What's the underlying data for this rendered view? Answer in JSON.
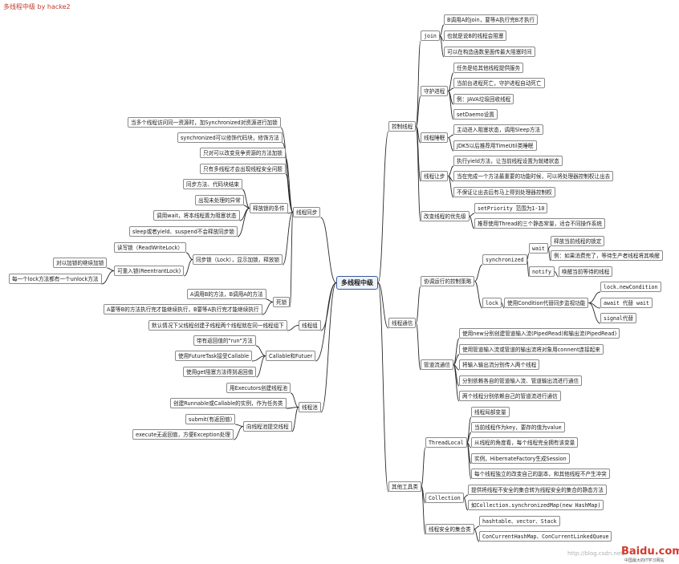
{
  "header": {
    "title": "多线程中级 by hacke2"
  },
  "central_topic": "多线程中级",
  "right": {
    "control": {
      "label": "控制线程",
      "join": {
        "label": "join",
        "items": [
          "B调用A的join，要等A执行完B才执行",
          "也就是说B的线程会阻塞",
          "可以在构造函数里面传最大阻塞时间"
        ]
      },
      "daemon": {
        "label": "守护进程",
        "items": [
          "任务是给其他线程提供服务",
          "当前台进程死亡，守护进程自动死亡",
          "例：JAVA垃圾回收线程",
          "setDaemo设置"
        ]
      },
      "sleep": {
        "label": "线程睡眠",
        "items": [
          "主动进入阻塞状态，调用Sleep方法",
          "JDK5以后推荐用TimeUtil类睡眠"
        ]
      },
      "yield": {
        "label": "线程让步",
        "items": [
          "执行yield方法，让当前线程设置为就绪状态",
          "当在完成一个方法最重要的功能时候，可以将处理器控制权让出去",
          "不保证让出去后有马上得到处理器控制权"
        ]
      },
      "priority": {
        "label": "改变线程的优先级",
        "items": [
          "setPriority 范围为1-10",
          "推荐使用Thread的三个静态常量，适合不同操作系统"
        ]
      }
    },
    "comm": {
      "label": "线程通信",
      "coord": {
        "label": "协调运行的控制策略",
        "synchronized": {
          "label": "synchronized",
          "wait": {
            "label": "wait",
            "items": [
              "释放当前线程的锁定",
              "例：如果消费完了，等待生产者线程将其唤醒"
            ]
          },
          "notify": {
            "label": "notify",
            "item": "唤醒当前等待的线程"
          }
        },
        "lock": {
          "label": "lock",
          "condition": {
            "label": "使用Condition代替同步监视功能",
            "items": [
              "lock.newCondition",
              "await 代替 wait",
              "signal代替"
            ]
          }
        }
      },
      "pipe": {
        "label": "管道流通信",
        "items": [
          "使用new分别创建管道输入流(PipedRead)和输出流(PipedRead)",
          "使用管道输入流或管道的输出流将对象用connent连接起来",
          "将输入输出流分别传入两个线程",
          "分别依赖各自的管道输入流、管道输出流进行通信",
          "两个线程分别依赖自己的管道流进行通信"
        ]
      }
    },
    "tools": {
      "label": "其他工具类",
      "threadlocal": {
        "label": "ThreadLocal",
        "items": [
          "线程局部变量",
          "当前线程作为key，要存的值为value",
          "从线程的角度看，每个线程完全拥有该变量",
          "实例，HibernateFactory生成Session",
          "每个线程独立的改变自己的副本，和其他线程不产生冲突"
        ]
      },
      "collection": {
        "label": "Collection",
        "items": [
          "提供将线程不安全的集合转为线程安全的集合的静态方法",
          "如Collection.synchronizedMap(new HashMap)"
        ]
      },
      "safe": {
        "label": "线程安全的集合类",
        "items": [
          "hashtable、vector、Stack",
          "ConCurrentHashMap、ConCurrentLinkedQueue"
        ]
      }
    }
  },
  "left": {
    "sync": {
      "label": "线程同步",
      "items": [
        "当多个线程访问同一资源时，加Synchronized对资源进行加锁",
        "synchronized可以修饰代码块，修饰方法",
        "只对可以改变竞争资源的方法加锁",
        "只有多线程才会出现线程安全问题"
      ],
      "release": {
        "label": "释放锁的条件",
        "items": [
          "同步方法、代码块结束",
          "出现未处理的异常",
          "调用wait，将本线程置为阻塞状态",
          "sleep或者yield、suspend不会释放同步锁"
        ]
      },
      "lock": {
        "label": "同步锁（Lock），显示加锁，释放锁",
        "rw": "读写锁（ReadWriteLock）",
        "reentrant": {
          "label": "可重入锁(ReentrantLock)",
          "items": [
            "对以加锁的继续加锁",
            "每一个lock方法都有一个unlock方法"
          ]
        }
      },
      "deadlock": {
        "label": "死锁",
        "items": [
          "A调用B的方法，B调用A的方法",
          "A要等B的方法执行完才能继续执行，B要等A执行完才能继续执行"
        ]
      }
    },
    "group": {
      "label": "线程组",
      "item": "默认情况下父线程创建子线程两个线程就在同一线程组下"
    },
    "callable": {
      "label": "Callable和Futuer",
      "items": [
        "带有返回值的\"run\"方法",
        "使用FutureTask接受Callable",
        "使用get阻塞方法得到返回值"
      ]
    },
    "pool": {
      "label": "线程池",
      "items": [
        "用Executors创建线程池",
        "创建Runnable或Callable的实例，作为任务类"
      ],
      "submit": {
        "label": "向线程池提交线程",
        "items": [
          "submit(有返回值)",
          "execute无返回值，方便Exception处理"
        ]
      }
    }
  },
  "watermark": {
    "url": "http://blog.csdn.net/",
    "logo": "Baidu.com",
    "logo_sub": "中国最大的IT学习网站"
  }
}
